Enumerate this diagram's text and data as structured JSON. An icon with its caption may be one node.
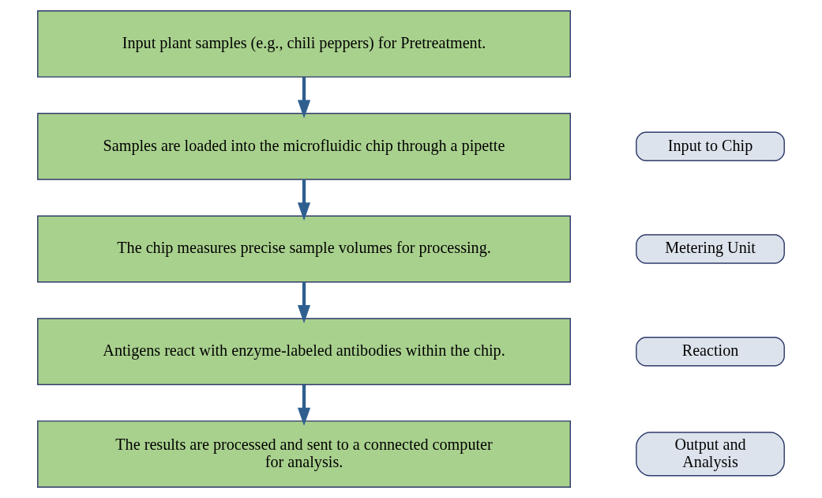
{
  "diagram": {
    "nodes": [
      {
        "text": [
          "Input plant samples (e.g., chili peppers) for Pretreatment."
        ]
      },
      {
        "text": [
          "Samples are loaded into the microfluidic chip through a pipette"
        ]
      },
      {
        "text": [
          "The chip measures precise sample volumes for processing."
        ]
      },
      {
        "text": [
          "Antigens react with enzyme-labeled antibodies within the chip."
        ]
      },
      {
        "text": [
          "The results are processed and sent to a connected computer for analysis."
        ]
      },
      {
        "text": [
          "Input to Chip"
        ]
      },
      {
        "text": [
          "Metering Unit"
        ]
      },
      {
        "text": [
          "Reaction"
        ]
      },
      {
        "text": [
          "Output and Analysis"
        ]
      }
    ],
    "edges": [
      {
        "from": 0,
        "to": 1,
        "arrow": "to"
      },
      {
        "from": 1,
        "to": 2,
        "arrow": "to"
      },
      {
        "from": 2,
        "to": 3,
        "arrow": "to"
      },
      {
        "from": 3,
        "to": 4,
        "arrow": "to"
      }
    ]
  }
}
